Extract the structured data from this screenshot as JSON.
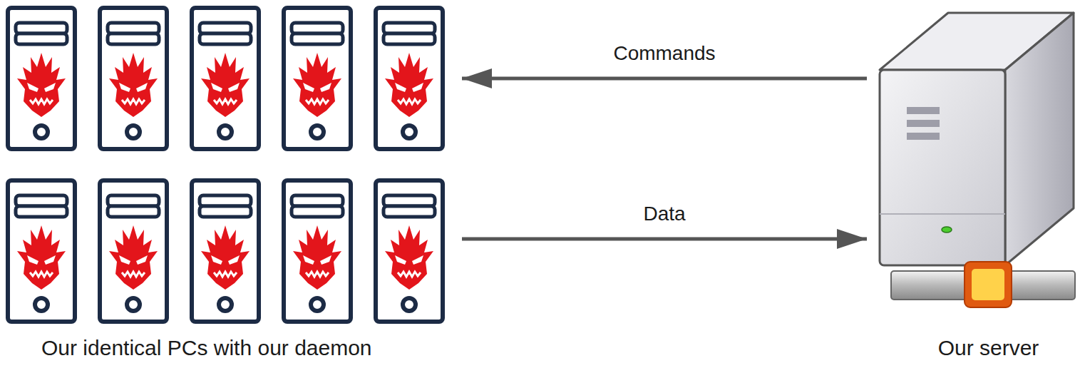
{
  "diagram": {
    "nodes": [
      {
        "text": [
          "Our identical PCs with our daemon"
        ]
      },
      {
        "text": [
          "Our server"
        ]
      }
    ],
    "edges": [
      {
        "from": 1,
        "to": 0,
        "arrow": "to",
        "label": "Commands"
      },
      {
        "from": 0,
        "to": 1,
        "arrow": "to",
        "label": "Data"
      }
    ]
  }
}
